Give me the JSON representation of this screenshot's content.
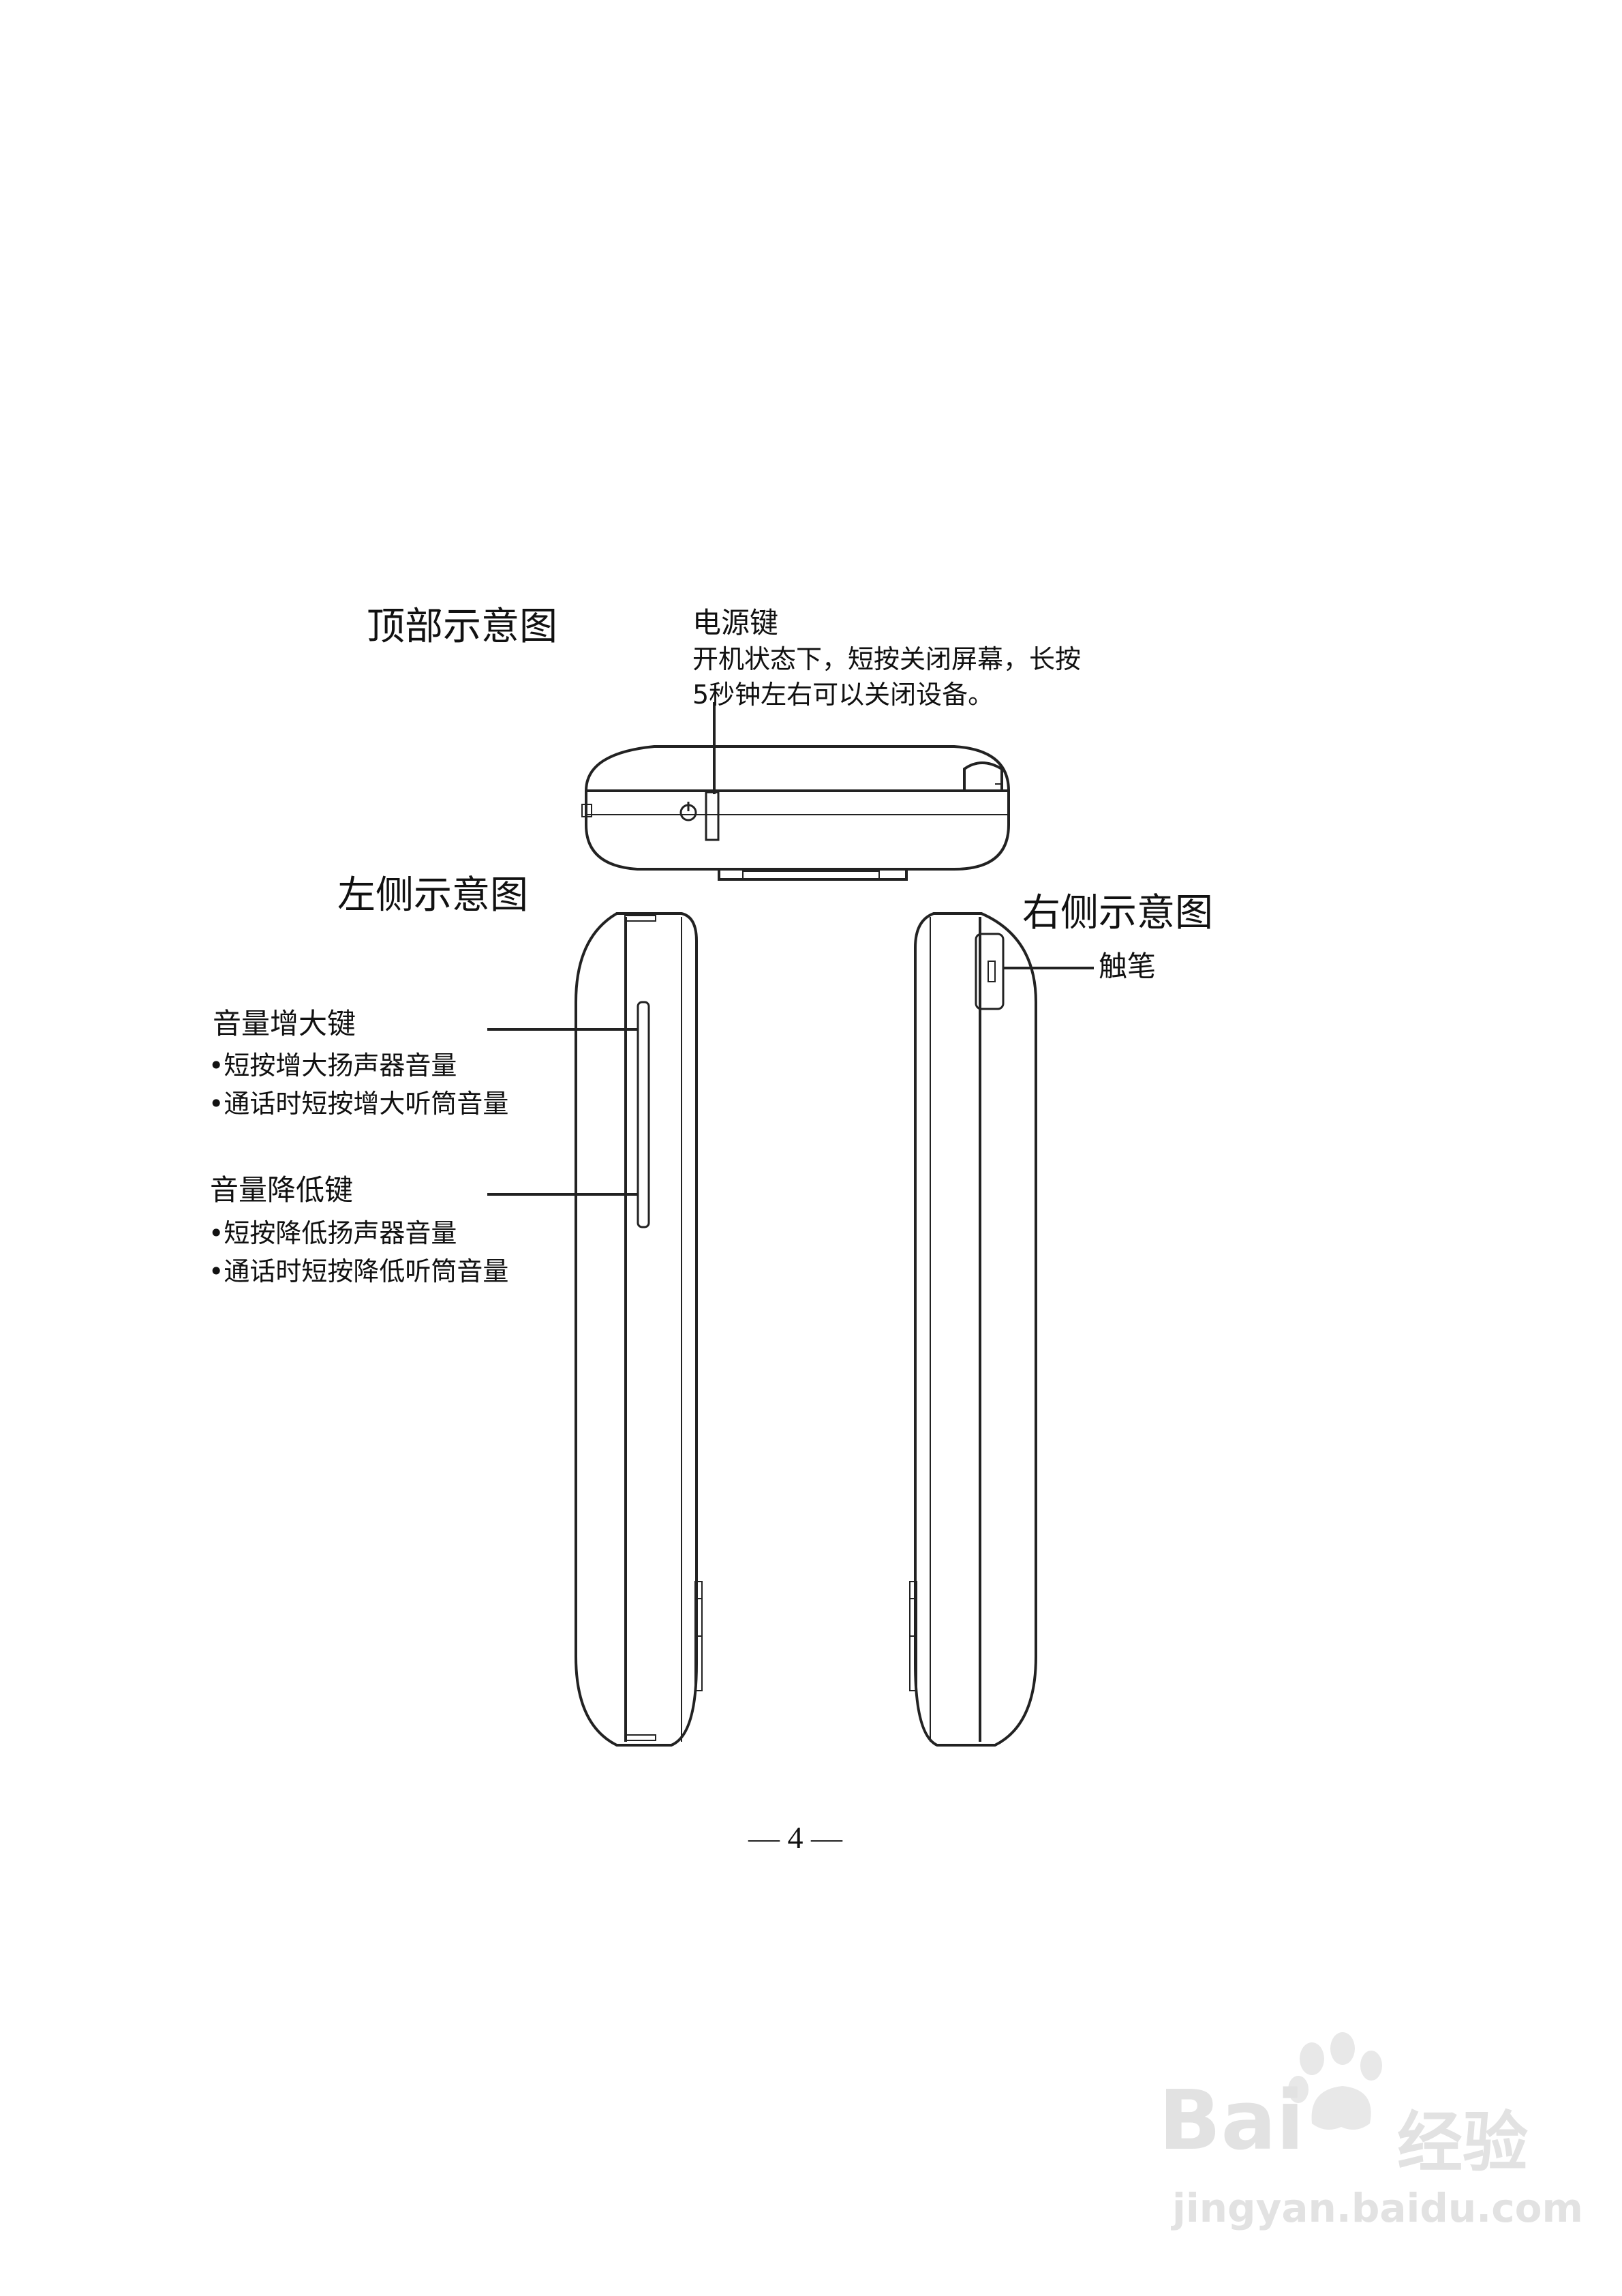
{
  "top_view": {
    "title": "顶部示意图",
    "power_key": {
      "label": "电源键",
      "desc_line1": "开机状态下，短按关闭屏幕，长按",
      "desc_line2": "5秒钟左右可以关闭设备。"
    }
  },
  "left_view": {
    "title": "左侧示意图",
    "volume_up": {
      "label": "音量增大键",
      "bullets": [
        "•短按增大扬声器音量",
        "•通话时短按增大听筒音量"
      ]
    },
    "volume_down": {
      "label": "音量降低键",
      "bullets": [
        "•短按降低扬声器音量",
        "•通话时短按降低听筒音量"
      ]
    }
  },
  "right_view": {
    "title": "右侧示意图",
    "stylus_label": "触笔"
  },
  "footer": {
    "page_number": "— 4 —"
  },
  "watermark": {
    "brand": "Bai",
    "brand_cn": "经验",
    "url": "jingyan.baidu.com"
  }
}
